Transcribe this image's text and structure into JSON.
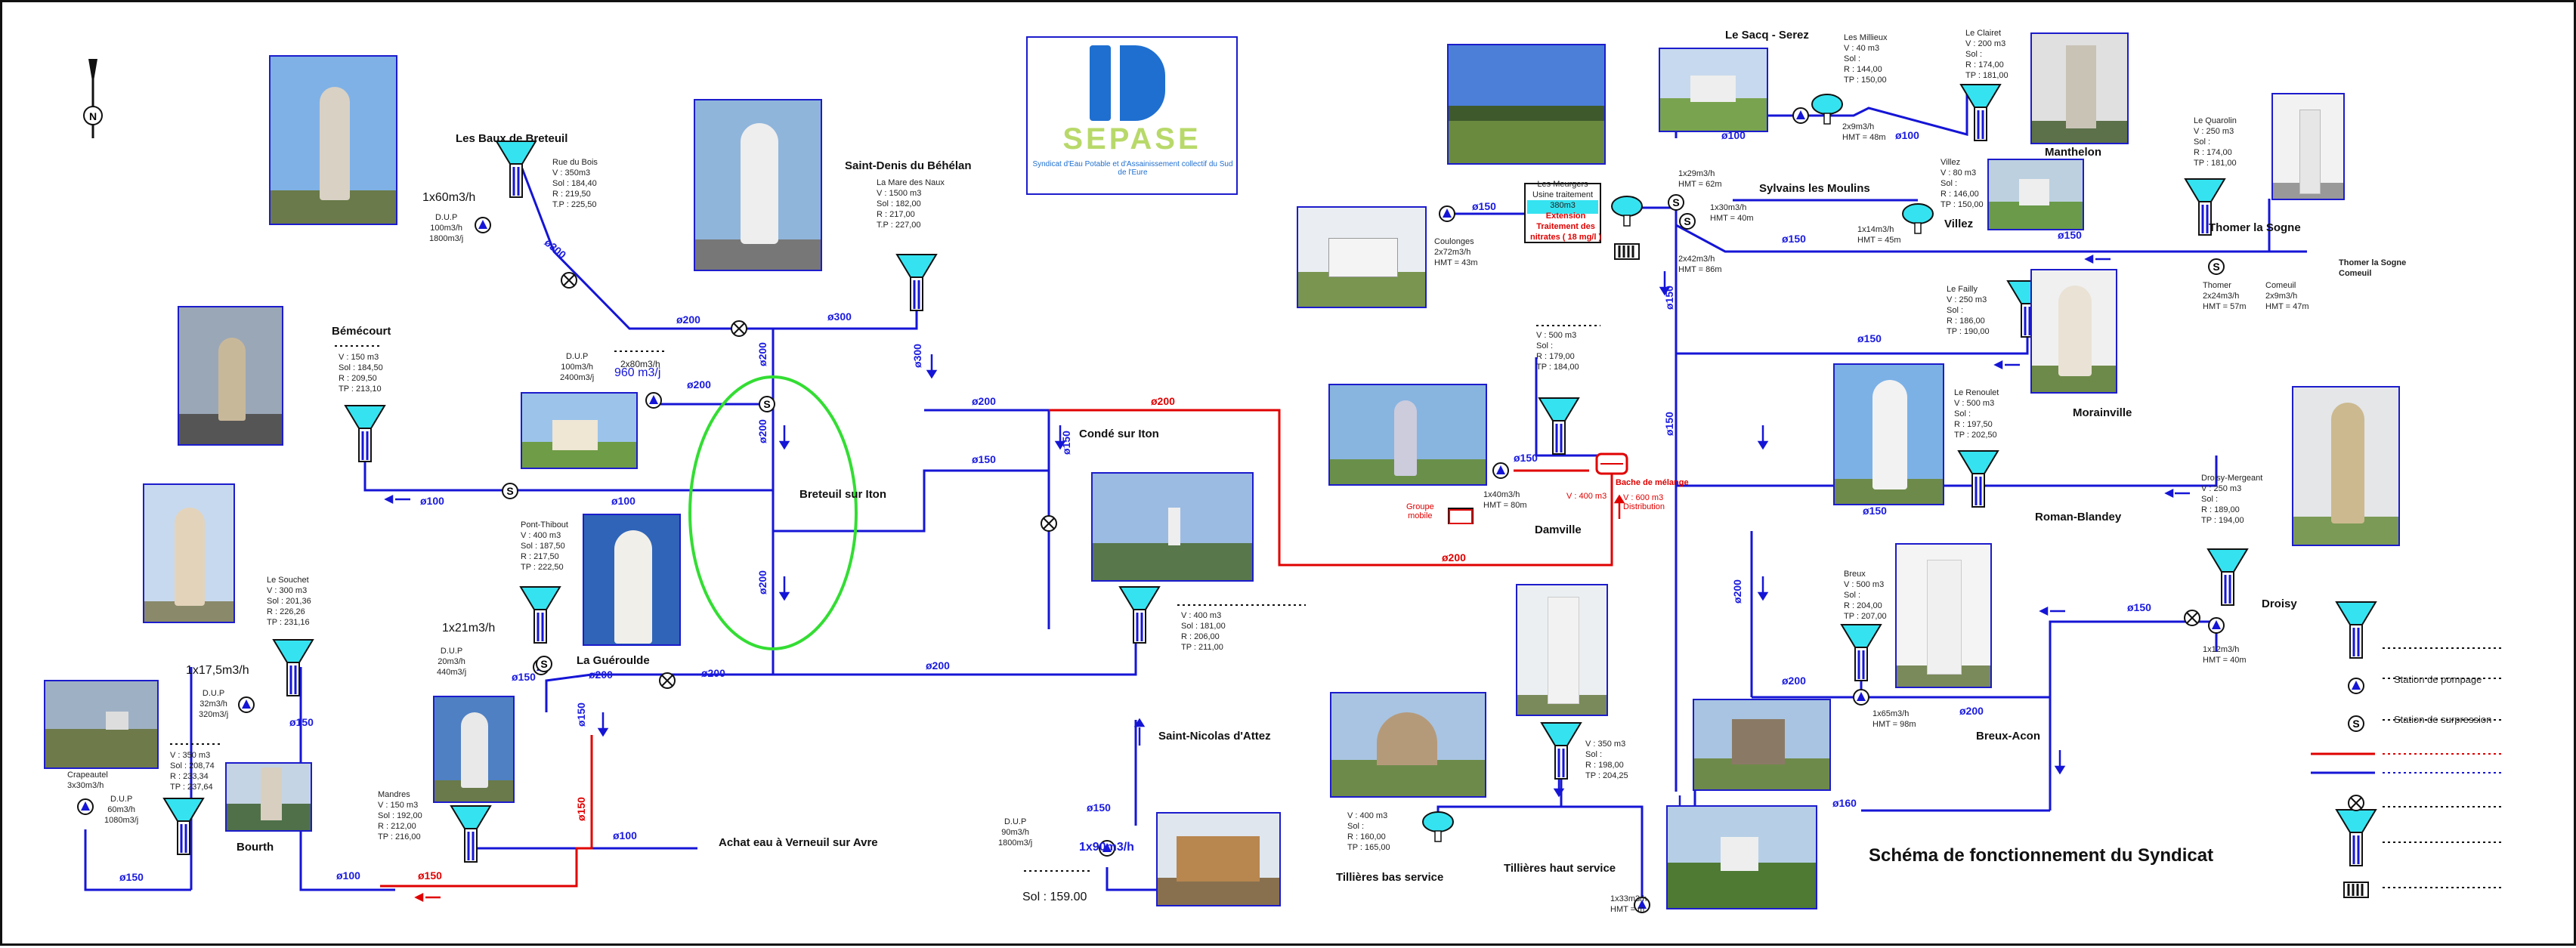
{
  "title": "Schéma de fonctionnement du Syndicat",
  "logo": {
    "name": "SEPASE",
    "subtitle": "Syndicat d'Eau Potable et d'Assainissement collectif du Sud de l'Eure"
  },
  "north": "N",
  "places": {
    "baux": "Les Baux de Breteuil",
    "saint_denis": "Saint-Denis du Béhélan",
    "bemecourt": "Bémécourt",
    "breteuil": "Breteuil sur Iton",
    "conde": "Condé sur Iton",
    "gueroulde": "La Guéroulde",
    "bourth": "Bourth",
    "achat": "Achat eau à Verneuil sur Avre",
    "saint_nicolas": "Saint-Nicolas d'Attez",
    "damville": "Damville",
    "tillieres_bas": "Tillières bas service",
    "tillieres_haut": "Tillières haut service",
    "sacq": "Le Sacq - Serez",
    "sylvains": "Sylvains les Moulins",
    "manthelon": "Manthelon",
    "villez": "Villez",
    "thomer": "Thomer la Sogne",
    "morainville": "Morainville",
    "roman": "Roman-Blandey",
    "breux": "Breux-Acon",
    "droisy": "Droisy"
  },
  "infos": {
    "rue_du_bois": "Rue du Bois\nV : 350m3\nSol : 184,40\nR : 219,50\nT.P : 225,50",
    "mare_naux": "La Mare des Naux\nV : 1500 m3\nSol : 182,00\nR : 217,00\nT.P : 227,00",
    "bemecourt": "V : 150 m3\nSol : 184,50\nR : 209,50\nTP : 213,10",
    "pont_thibout": "Pont-Thibout\nV : 400 m3\nSol : 187,50\nR : 217,50\nTP : 222,50",
    "souchet": "Le Souchet\nV : 300 m3\nSol : 201,36\nR : 226,26\nTP : 231,16",
    "crapeautel": "Crapeautel\n3x30m3/h",
    "bourth": "V : 350 m3\nSol : 208,74\nR : 233,34\nTP : 237,64",
    "mandres": "Mandres\nV : 150 m3\nSol : 192,00\nR : 212,00\nTP : 216,00",
    "conde_tank": "V : 400 m3\nSol : 181,00\nR : 206,00\nTP : 211,00",
    "damville_tank": "V : 500 m3\nSol :\nR : 179,00\nTP : 184,00",
    "tillieres_haut": "V : 350 m3\nSol :\nR : 198,00\nTP : 204,25",
    "tillieres_bas": "V : 400 m3\nSol :\nR : 160,00\nTP : 165,00",
    "millieux": "Les Millieux\nV : 40 m3\nSol :\nR : 144,00\nTP : 150,00",
    "clairet": "Le Clairet\nV : 200 m3\nSol :\nR : 174,00\nTP : 181,00",
    "villez": "Villez\nV : 80 m3\nSol :\nR : 146,00\nTP : 150,00",
    "quarolin": "Le Quarolin\nV : 250 m3\nSol :\nR : 174,00\nTP : 181,00",
    "failly": "Le Failly\nV : 250 m3\nSol :\nR : 186,00\nTP : 190,00",
    "renoulet": "Le Renoulet\nV : 500 m3\nSol :\nR : 197,50\nTP : 202,50",
    "breux": "Breux\nV : 500 m3\nSol :\nR : 204,00\nTP : 207,00",
    "droisy": "Droisy-Mergeant\nV : 250 m3\nSol :\nR : 189,00\nTP : 194,00",
    "meurgers": "Les Meurgers\nUsine traitement\n380m3",
    "meurgers_red": "Extension\nTraitement des\nnitrates ( 18 mg/l )"
  },
  "pumps": {
    "p_baux": "1x60m3/h",
    "p_gueroulde": "1x21m3/h",
    "p_souchet": "1x17,5m3/h",
    "p_breteuil": "2x80m3/h",
    "p_nicolas": "1x90m3/h",
    "p_damville": "1x40m3/h\nHMT = 80m",
    "p_coulonges": "Coulonges\n2x72m3/h\nHMT = 43m",
    "p_sacq": "2x9m3/h\nHMT = 48m",
    "p_s1": "1x29m3/h\nHMT = 62m",
    "p_s2": "1x30m3/h\nHMT = 40m",
    "p_s3": "2x42m3/h\nHMT = 86m",
    "p_villez": "1x14m3/h\nHMT = 45m",
    "p_thomer": "Thomer\n2x24m3/h\nHMT = 57m",
    "p_comeuil": "Comeuil\n2x9m3/h\nHMT = 47m",
    "p_breux": "1x65m3/h\nHMT = 98m",
    "p_droisy": "1x12m3/h\nHMT = 40m",
    "p_tillieres": "1x33m3/h\nHMT = m",
    "thomer_comeuil": "Thomer la Sogne\nComeuil"
  },
  "dup": {
    "baux": "D.U.P\n100m3/h\n1800m3/j",
    "breteuil": "D.U.P\n100m3/h\n2400m3/j",
    "gueroulde": "D.U.P\n20m3/h\n440m3/j",
    "souchet": "D.U.P\n32m3/h\n320m3/j",
    "crapeautel": "D.U.P\n60m3/h\n1080m3/j",
    "nicolas": "D.U.P\n90m3/h\n1800m3/j"
  },
  "misc": {
    "v960": "960 m3/j",
    "sol159": "Sol : 159.00",
    "groupe": "Groupe\nmobile",
    "bache": "Bache de mélange",
    "v400": "V : 400 m3",
    "v600": "V : 600 m3\nDistribution"
  },
  "pipes": {
    "d300": "ø300",
    "d200": "ø200",
    "d150": "ø150",
    "d100": "ø100",
    "d160": "ø160"
  },
  "legend": {
    "pumping": "Station de pompage",
    "booster": "Station de surpression"
  },
  "colors": {
    "blue_pipe": "#1515d6",
    "red_pipe": "#e00000",
    "tank": "#35e3f0",
    "ellipse": "#33dd33"
  }
}
